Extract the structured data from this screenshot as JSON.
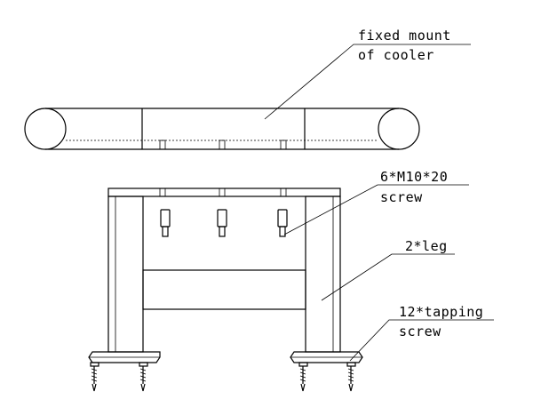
{
  "labels": {
    "fixed_mount_line1": "fixed mount",
    "fixed_mount_line2": "of cooler",
    "bolt_line1": "6*M10*20",
    "bolt_line2": "screw",
    "leg": "2*leg",
    "tapping_line1": "12*tapping",
    "tapping_line2": "screw"
  }
}
